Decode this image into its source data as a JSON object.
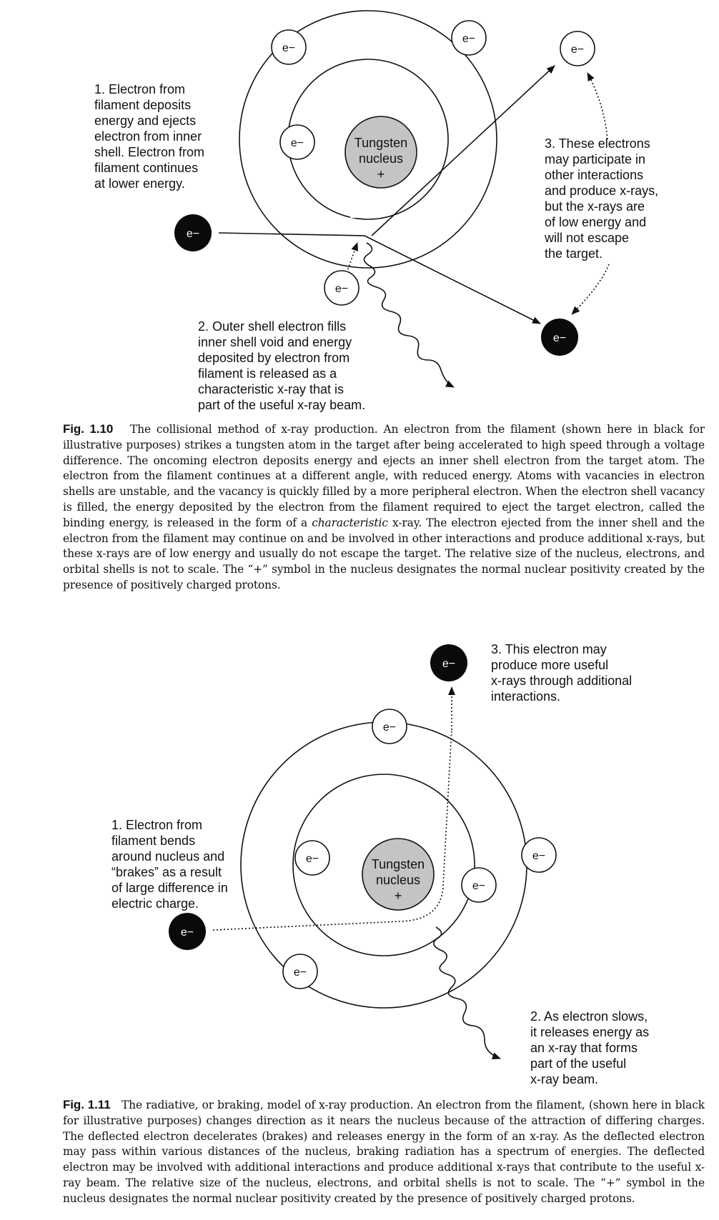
{
  "electron_symbol": "e−",
  "nucleus": {
    "line1": "Tungsten",
    "line2": "nucleus",
    "sign": "+"
  },
  "fig10": {
    "label1": [
      "1. Electron from",
      "filament deposits",
      "energy and ejects",
      "electron from inner",
      "shell. Electron from",
      "filament continues",
      "at lower energy."
    ],
    "label2": [
      "2. Outer shell electron fills",
      "inner shell void and energy",
      "deposited by electron from",
      "filament is released as a",
      "characteristic x-ray that is",
      "part of the useful x-ray beam."
    ],
    "label3": [
      "3. These electrons",
      "may participate in",
      "other interactions",
      "and produce x-rays,",
      "but the x-rays are",
      "of low energy and",
      "will not escape",
      "the target."
    ],
    "caption": {
      "fignum": "Fig. 1.10",
      "before_italic": "The collisional method of x-ray production. An electron from the filament (shown here in black for illustrative purposes) strikes a tungsten atom in the target after being accelerated to high speed through a voltage difference. The oncoming electron deposits energy and ejects an inner shell electron from the target atom. The electron from the filament continues at a different angle, with reduced energy. Atoms with vacancies in electron shells are unstable, and the vacancy is quickly filled by a more peripheral electron. When the electron shell vacancy is filled, the energy deposited by the electron from the filament required to eject the target electron, called the binding energy, is released in the form of a",
      "italic": "characteristic",
      "after_italic": "x-ray. The electron ejected from the inner shell and the electron from the filament may continue on and be involved in other interactions and produce additional x-rays, but these x-rays are of low energy and usually do not escape the target. The relative size of the nucleus, electrons, and orbital shells is not to scale. The “+” symbol in the nucleus designates the normal nuclear positivity created by the presence of positively charged protons."
    }
  },
  "fig11": {
    "label1": [
      "1. Electron from",
      "filament bends",
      "around nucleus and",
      "“brakes” as a result",
      "of large difference in",
      "electric charge."
    ],
    "label2": [
      "2. As electron slows,",
      "it releases energy as",
      "an x-ray that forms",
      "part of the useful",
      "x-ray beam."
    ],
    "label3": [
      "3. This electron may",
      "produce more useful",
      "x-rays through additional",
      "interactions."
    ],
    "caption": {
      "fignum": "Fig. 1.11",
      "text": "The radiative, or braking, model of x-ray production. An electron from the filament, (shown here in black for illustrative purposes) changes direction as it nears the nucleus because of the attraction of differing charges. The deflected electron decelerates (brakes) and releases energy in the form of an x-ray. As the deflected electron may pass within various distances of the nucleus, braking radiation has a spectrum of energies. The deflected electron may be involved with additional interactions and produce additional x-rays that contribute to the useful x-ray beam. The relative size of the nucleus, electrons, and orbital shells is not to scale. The “+” symbol in the nucleus designates the normal nuclear positivity created by the presence of positively charged protons."
    }
  }
}
